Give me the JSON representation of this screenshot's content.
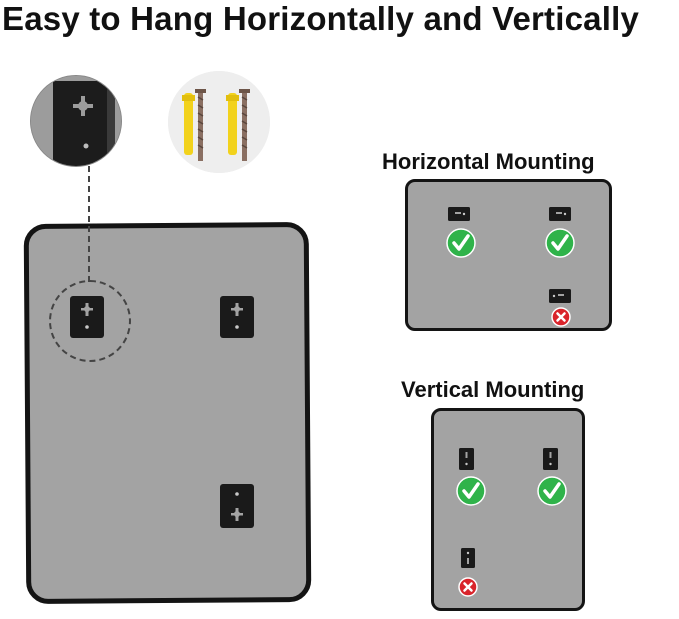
{
  "headline": "Easy to Hang Horizontally and Vertically",
  "horizontal_panel": {
    "title": "Horizontal Mounting",
    "marks": [
      "check",
      "check",
      "cross"
    ]
  },
  "vertical_panel": {
    "title": "Vertical Mounting",
    "marks": [
      "check",
      "check",
      "cross"
    ]
  },
  "colors": {
    "mirror_gray": "#a3a3a3",
    "frame_black": "#141414",
    "check_green": "#2fb34a",
    "cross_red": "#d9242b",
    "anchor_yellow": "#f2d21c"
  },
  "icons": [
    "keyhole-bracket-icon",
    "wall-anchor-icon",
    "screw-icon",
    "check-icon",
    "cross-icon"
  ]
}
